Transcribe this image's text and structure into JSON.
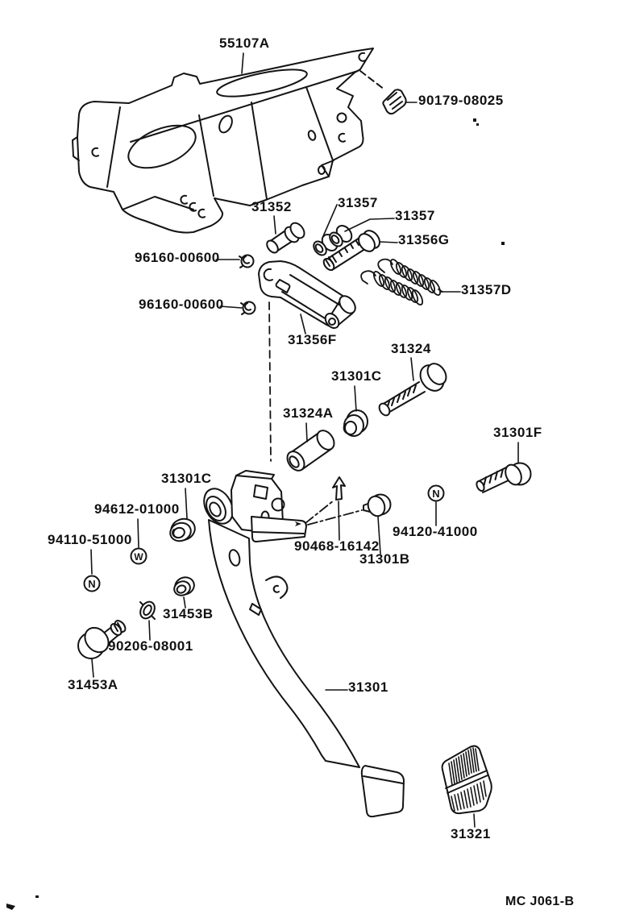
{
  "page": {
    "background_color": "#ffffff",
    "line_color": "#141414",
    "figure_code": "MC J061-B"
  },
  "diagram": {
    "description": "Clutch pedal and bracket exploded parts diagram",
    "labels": [
      {
        "id": "55107A",
        "text": "55107A"
      },
      {
        "id": "90179-08025",
        "text": "90179-08025"
      },
      {
        "id": "31352",
        "text": "31352"
      },
      {
        "id": "31357-upper",
        "text": "31357"
      },
      {
        "id": "31357-lower",
        "text": "31357"
      },
      {
        "id": "31356G",
        "text": "31356G"
      },
      {
        "id": "96160-00600-1",
        "text": "96160-00600"
      },
      {
        "id": "96160-00600-2",
        "text": "96160-00600"
      },
      {
        "id": "31356F",
        "text": "31356F"
      },
      {
        "id": "31357D",
        "text": "31357D"
      },
      {
        "id": "31324",
        "text": "31324"
      },
      {
        "id": "31301C-upper",
        "text": "31301C"
      },
      {
        "id": "31324A",
        "text": "31324A"
      },
      {
        "id": "31301F",
        "text": "31301F"
      },
      {
        "id": "94120-41000",
        "text": "94120-41000"
      },
      {
        "id": "90468-16142",
        "text": "90468-16142"
      },
      {
        "id": "31301B",
        "text": "31301B"
      },
      {
        "id": "31301C-lower",
        "text": "31301C"
      },
      {
        "id": "94612-01000",
        "text": "94612-01000"
      },
      {
        "id": "94110-51000",
        "text": "94110-51000"
      },
      {
        "id": "31453B",
        "text": "31453B"
      },
      {
        "id": "90206-08001",
        "text": "90206-08001"
      },
      {
        "id": "31453A",
        "text": "31453A"
      },
      {
        "id": "31301",
        "text": "31301"
      },
      {
        "id": "31321",
        "text": "31321"
      }
    ],
    "symbols": [
      {
        "id": "nut-symbol-94120",
        "letter": "N"
      },
      {
        "id": "washer-symbol-94612",
        "letter": "W"
      },
      {
        "id": "nut-symbol-94110",
        "letter": "N"
      }
    ]
  }
}
